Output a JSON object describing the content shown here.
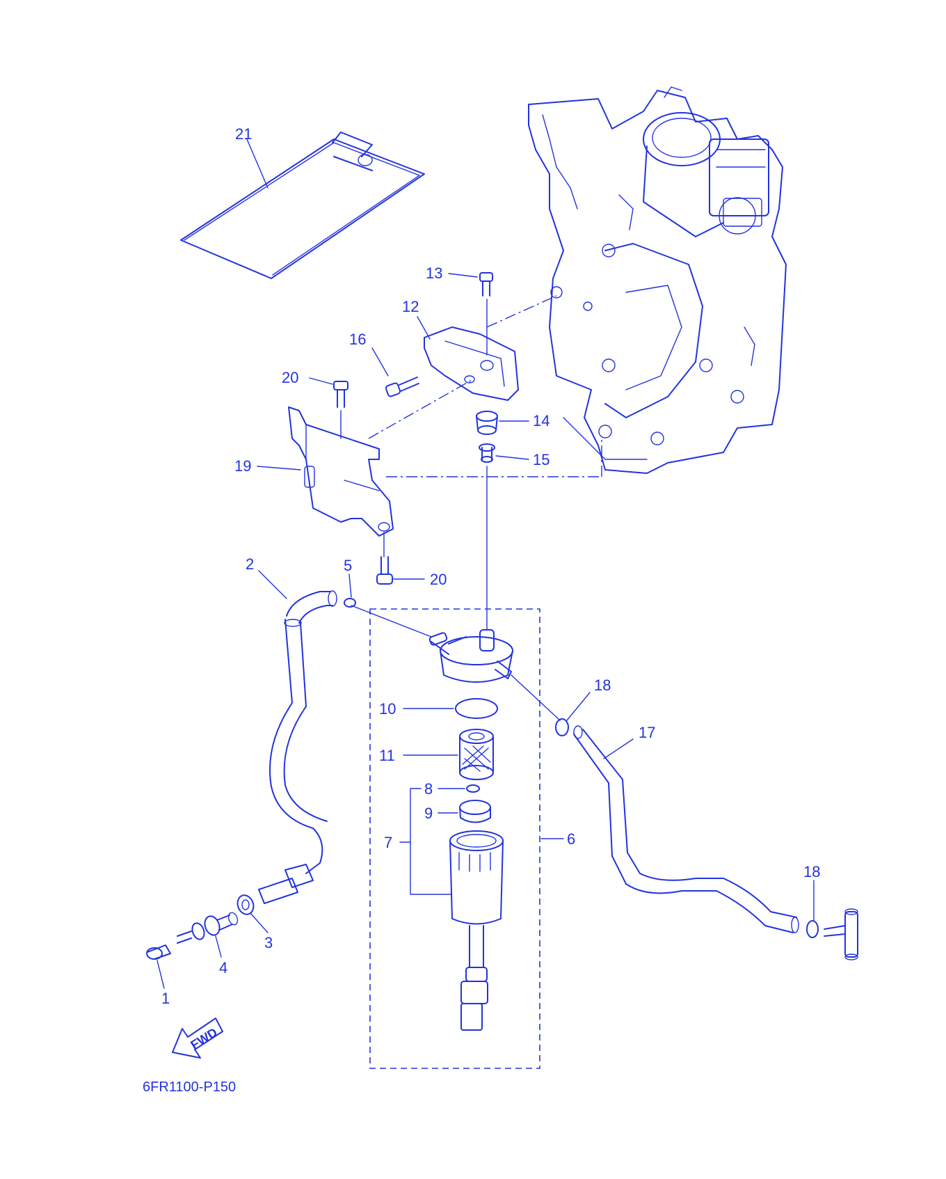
{
  "diagram": {
    "code": "6FR1100-P150",
    "fwd_label": "FWD",
    "line_color": "#2233dd",
    "callouts": {
      "c1": "1",
      "c2": "2",
      "c3": "3",
      "c4": "4",
      "c5": "5",
      "c6": "6",
      "c7": "7",
      "c8": "8",
      "c9": "9",
      "c10": "10",
      "c11": "11",
      "c12": "12",
      "c13": "13",
      "c14": "14",
      "c15": "15",
      "c16": "16",
      "c17": "17",
      "c18a": "18",
      "c18b": "18",
      "c19": "19",
      "c20a": "20",
      "c20b": "20",
      "c21": "21"
    }
  }
}
